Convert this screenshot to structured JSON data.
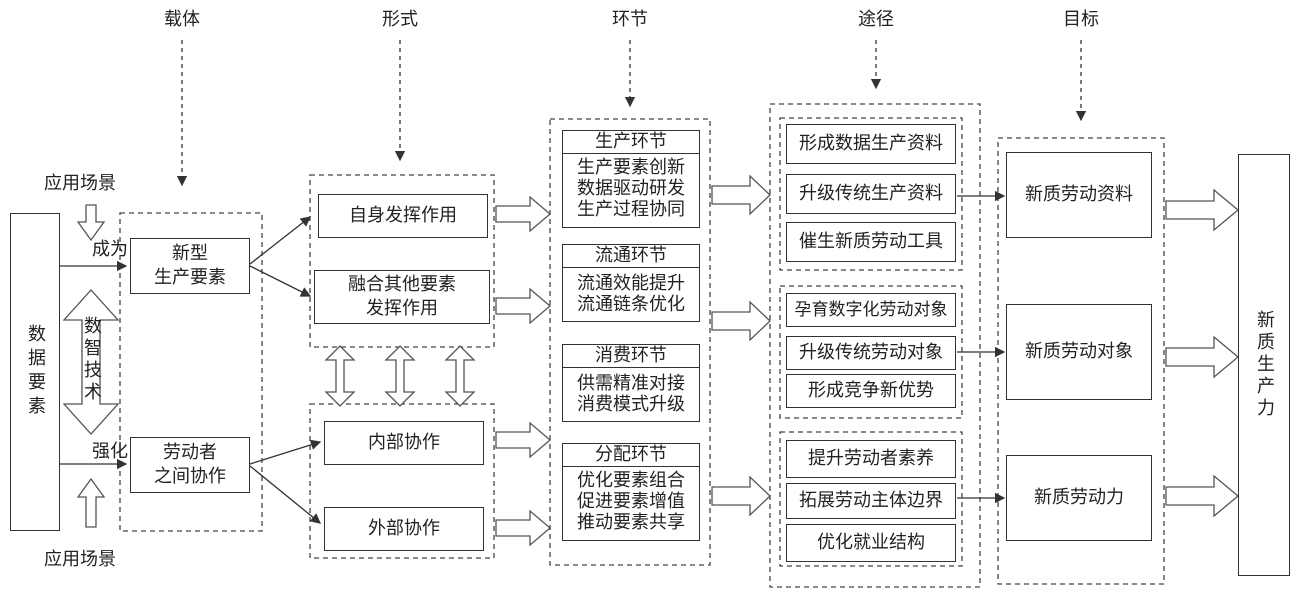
{
  "headers": {
    "carrier": "载体",
    "form": "形式",
    "link": "环节",
    "path": "途径",
    "goal": "目标"
  },
  "left": {
    "data_element": "数据要素",
    "scenario_top": "应用场景",
    "scenario_bottom": "应用场景",
    "become": "成为",
    "strengthen": "强化",
    "digital_tech": "数智技术"
  },
  "carrier": {
    "new_factor": "新型\n生产要素",
    "worker_collab": "劳动者\n之间协作"
  },
  "form": {
    "self_role": "自身发挥作用",
    "fusion_role": "融合其他要素\n发挥作用",
    "internal": "内部协作",
    "external": "外部协作"
  },
  "links": {
    "production": {
      "title": "生产环节",
      "body": "生产要素创新\n数据驱动研发\n生产过程协同"
    },
    "circulation": {
      "title": "流通环节",
      "body": "流通效能提升\n流通链条优化"
    },
    "consumption": {
      "title": "消费环节",
      "body": "供需精准对接\n消费模式升级"
    },
    "distribution": {
      "title": "分配环节",
      "body": "优化要素组合\n促进要素增值\n推动要素共享"
    }
  },
  "paths": {
    "g1": [
      "形成数据生产资料",
      "升级传统生产资料",
      "催生新质劳动工具"
    ],
    "g2": [
      "孕育数字化劳动对象",
      "升级传统劳动对象",
      "形成竞争新优势"
    ],
    "g3": [
      "提升劳动者素养",
      "拓展劳动主体边界",
      "优化就业结构"
    ]
  },
  "goals": {
    "means": "新质劳动资料",
    "object": "新质劳动对象",
    "force": "新质劳动力"
  },
  "result": "新质生产力"
}
